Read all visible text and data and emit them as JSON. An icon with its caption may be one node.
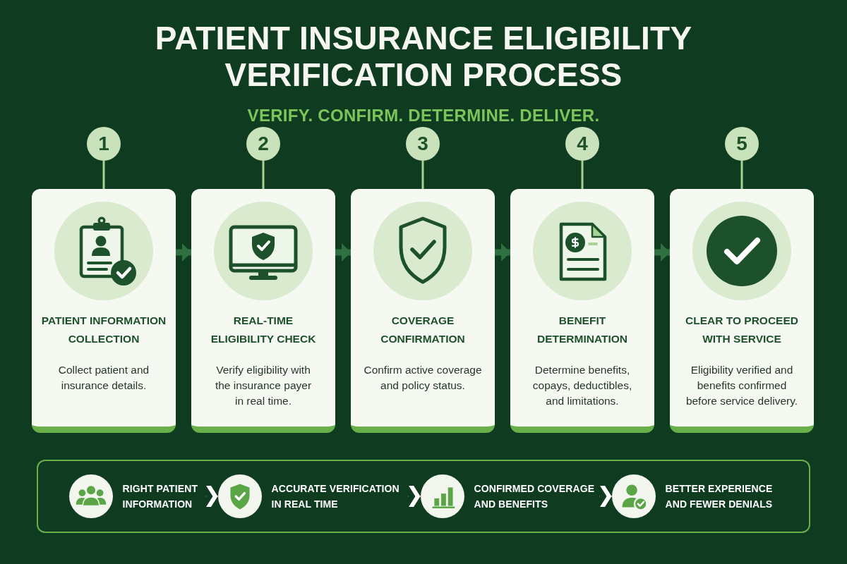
{
  "diagram": {
    "title": "PATIENT INSURANCE ELIGIBILITY VERIFICATION PROCESS",
    "nodes": [
      {
        "text": [
          "1"
        ]
      },
      {
        "text": [
          "2"
        ]
      },
      {
        "text": [
          "3"
        ]
      },
      {
        "text": [
          "4"
        ]
      },
      {
        "text": [
          "5"
        ]
      },
      {
        "text": [
          "PATIENT INFORMATION COLLECTION",
          "Collect patient and insurance details."
        ]
      },
      {
        "text": [
          "REAL-TIME ELIGIBILITY CHECK",
          "Verify eligibility with the insurance payer in real time."
        ]
      },
      {
        "text": [
          "COVERAGE CONFIRMATION",
          "Confirm active coverage and policy status."
        ]
      },
      {
        "text": [
          "BENEFIT DETERMINATION",
          "Determine benefits, copays, deductibles, and limitations."
        ]
      },
      {
        "text": [
          "CLEAR TO PROCEED WITH SERVICE",
          "Eligibility verified and benefits confirmed before service delivery."
        ]
      },
      {
        "text": [],
        "shape": "box"
      },
      {
        "text": [
          "RIGHT PATIENT INFORMATION"
        ],
        "in": 10
      },
      {
        "text": [
          "ACCURATE VERIFICATION IN REAL TIME"
        ],
        "in": 10
      },
      {
        "text": [
          "CONFIRMED COVERAGE AND BENEFITS"
        ],
        "in": 10
      },
      {
        "text": [
          "BETTER EXPERIENCE AND FEWER DENIALS"
        ],
        "in": 10
      }
    ],
    "edges": [
      {
        "from": 0,
        "to": 5,
        "arrow": "none"
      },
      {
        "from": 1,
        "to": 6,
        "arrow": "none"
      },
      {
        "from": 2,
        "to": 7,
        "arrow": "none"
      },
      {
        "from": 3,
        "to": 8,
        "arrow": "none"
      },
      {
        "from": 4,
        "to": 9,
        "arrow": "none"
      },
      {
        "from": 5,
        "to": 6,
        "arrow": "to",
        "style": "thick",
        "color": "#2e7040"
      },
      {
        "from": 6,
        "to": 7,
        "arrow": "to",
        "style": "thick",
        "color": "#2e7040"
      },
      {
        "from": 7,
        "to": 8,
        "arrow": "to",
        "style": "thick",
        "color": "#2e7040"
      },
      {
        "from": 8,
        "to": 9,
        "arrow": "to",
        "style": "thick",
        "color": "#2e7040"
      },
      {
        "from": 11,
        "to": 12,
        "arrow": "to",
        "color": "#ffffff"
      },
      {
        "from": 12,
        "to": 13,
        "arrow": "to",
        "color": "#ffffff"
      },
      {
        "from": 13,
        "to": 14,
        "arrow": "to",
        "color": "#ffffff"
      }
    ],
    "labels": [
      "VERIFY. CONFIRM. DETERMINE. DELIVER."
    ]
  }
}
